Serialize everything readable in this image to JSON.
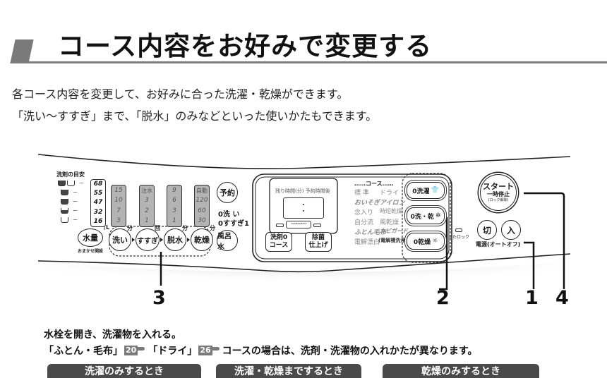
{
  "heading": {
    "title": "コース内容をお好みで変更する"
  },
  "intro": {
    "line1": "各コース内容を変更して、お好みに合った洗濯・乾燥ができます。",
    "line2": "「洗い～すすぎ」まで、「脱水」のみなどといった使いかたもできます。"
  },
  "panel": {
    "detergent_guide": {
      "title": "洗剤の目安",
      "water_levels": [
        "68",
        "55",
        "47",
        "32",
        "16"
      ],
      "water_level_unit": "L"
    },
    "scales": {
      "wash": {
        "values": [
          "15",
          "10",
          "7",
          "3"
        ],
        "unit": "分"
      },
      "rinse": {
        "header": "注水",
        "values": [
          "3",
          "2",
          "1"
        ],
        "unit": "回"
      },
      "spin": {
        "values": [
          "9",
          "6",
          "3",
          "1"
        ],
        "unit": "分"
      },
      "dry": {
        "header": "自動",
        "values": [
          "120",
          "60",
          "30"
        ],
        "unit": "分"
      }
    },
    "buttons": {
      "water_amount": "水量",
      "water_amount_sub": "おまかせ開設",
      "wash": "洗い",
      "rinse": "すすぎ",
      "spin": "脱水",
      "dry": "乾燥",
      "reserve": "予約",
      "bath_water": "風呂水",
      "detergent_course_line1": "洗剤0",
      "detergent_course_line2": "コース",
      "sterilize_line1": "除菌",
      "sterilize_line2": "仕上げ",
      "mode_wash": "0洗濯",
      "mode_wash_dry": "0洗・乾",
      "mode_dry": "0乾燥",
      "start_line1": "スタート",
      "start_line2": "一時停止",
      "start_line3": "(ロック解除)",
      "power_off": "切",
      "power_on": "入"
    },
    "counters": {
      "wash": "0洗 い",
      "rinse": "0すすぎ1"
    },
    "display": {
      "label": "残り時間(分) 予約時間後",
      "wave": "〰〰〰"
    },
    "courses": {
      "header": "……コース……",
      "left": [
        "標 準",
        "おいそぎ",
        "念入り",
        "自分流",
        "ふとん毛布",
        "電解漂白"
      ],
      "right": [
        "ドライ",
        "アイロン",
        "時短乾燥",
        "風乾燥",
        "カビガード",
        "(電解槽洗浄)"
      ]
    },
    "lid_lock": "ふたロック",
    "power_label": "電源(オートオフ)"
  },
  "callouts": [
    "3",
    "2",
    "1",
    "4"
  ],
  "steps": {
    "line1": "水栓を開き、洗濯物を入れる。",
    "line2_a": "「ふとん・毛布」",
    "ref1": "20",
    "line2_b": "「ドライ」",
    "ref2": "26",
    "line2_c": "コースの場合は、洗剤・洗濯物の入れかたが異なります。"
  },
  "tabs": [
    {
      "label": "洗濯のみするとき"
    },
    {
      "label": "洗濯・乾燥までするとき"
    },
    {
      "label": "乾燥のみするとき"
    }
  ]
}
